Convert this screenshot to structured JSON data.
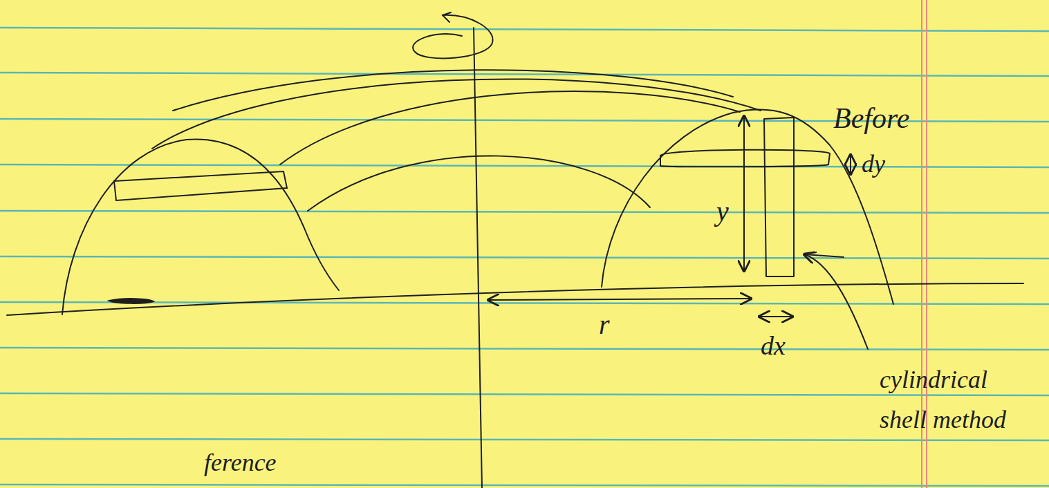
{
  "diagram": {
    "labels": [
      "Before",
      "dy",
      "y",
      "r",
      "dx",
      "cylindrical shell method",
      "ference"
    ]
  }
}
